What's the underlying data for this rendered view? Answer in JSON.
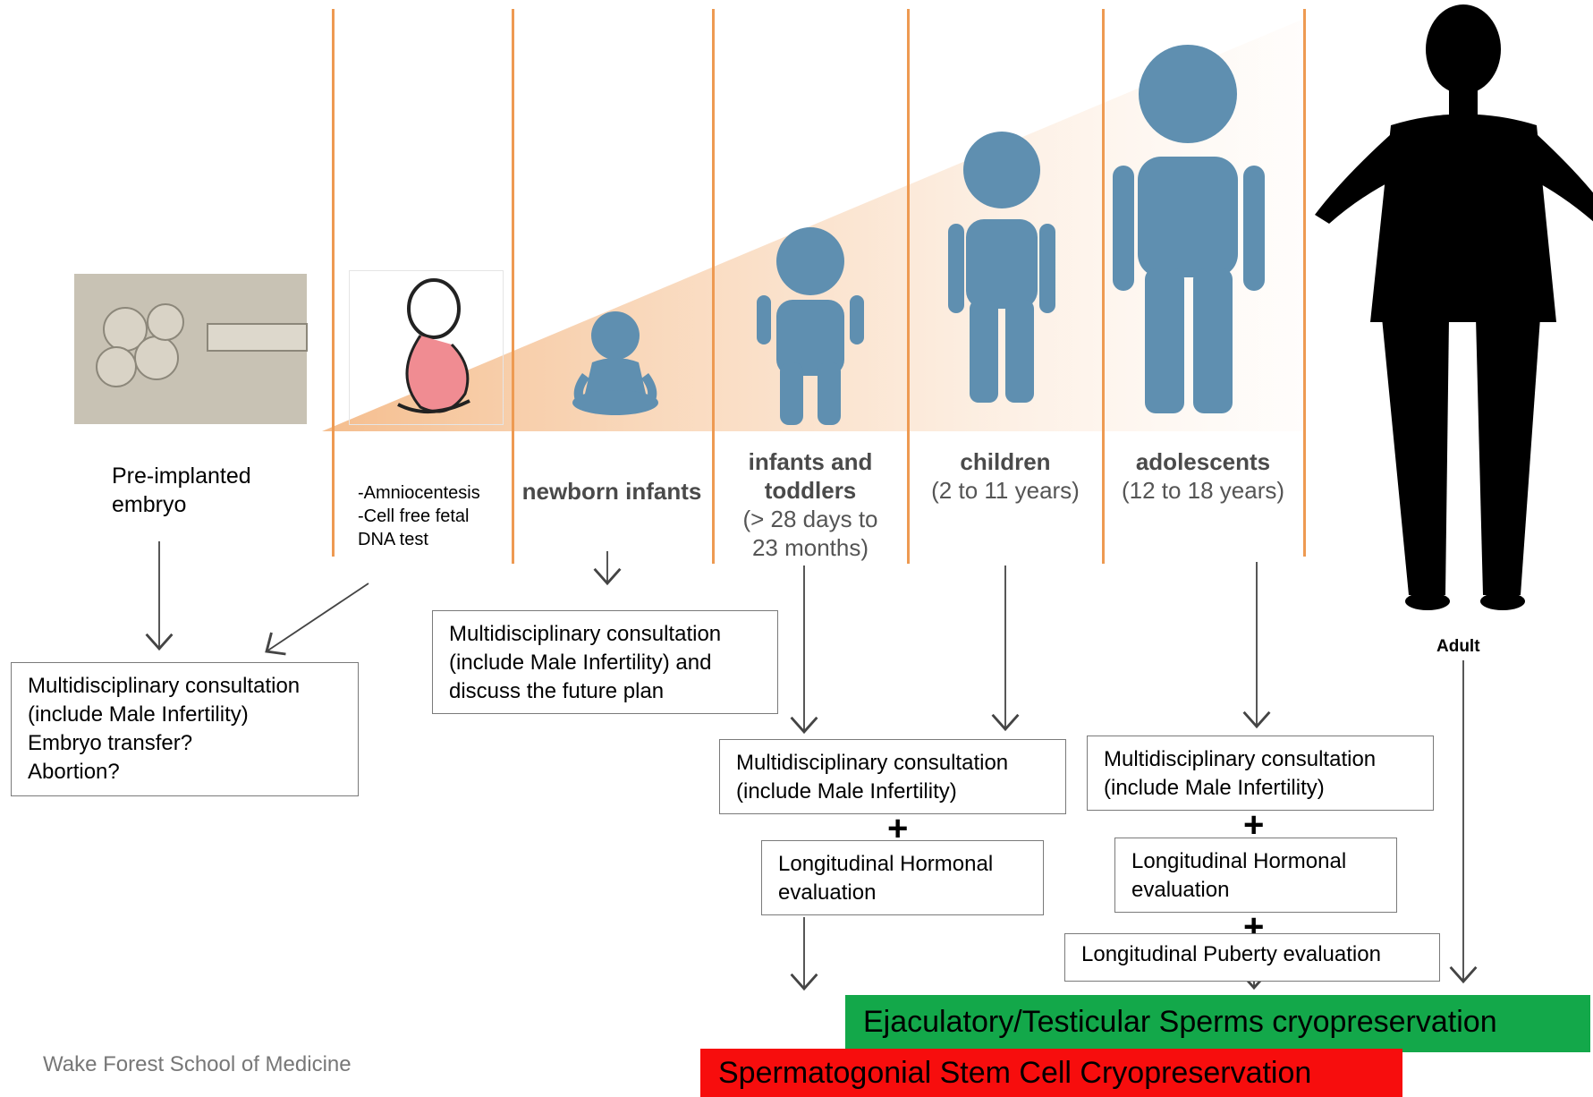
{
  "stages": {
    "embryo": "Pre-implanted\nembryo",
    "prenatal_tests": "-Amniocentesis\n-Cell free fetal\nDNA  test",
    "newborn": "newborn infants",
    "infants_title": "infants and\ntoddlers",
    "infants_range": "(> 28 days to\n23 months)",
    "children_title": "children",
    "children_range": "(2 to 11 years)",
    "adolescents_title": "adolescents",
    "adolescents_range": "(12 to 18 years)",
    "adult": "Adult"
  },
  "boxes": {
    "embryo_consult": "Multidisciplinary consultation\n(include Male Infertility)\nEmbryo transfer?\nAbortion?",
    "newborn_consult": "Multidisciplinary consultation\n(include Male Infertility) and\ndiscuss the future plan",
    "child_consult": "Multidisciplinary consultation\n(include Male Infertility)",
    "child_hormonal": "Longitudinal Hormonal\nevaluation",
    "adol_consult": "Multidisciplinary consultation\n(include Male Infertility)",
    "adol_hormonal": "Longitudinal Hormonal\nevaluation",
    "adol_puberty": "Longitudinal  Puberty evaluation"
  },
  "plus_sign": "+",
  "bars": {
    "green": "Ejaculatory/Testicular Sperms cryopreservation",
    "red": "Spermatogonial Stem Cell Cryopreservation"
  },
  "footer": "Wake Forest School of Medicine",
  "colors": {
    "divider": "#ee9a52",
    "figure_blue": "#5f8fb0",
    "green_bar": "#13a84a",
    "red_bar": "#f70d0d",
    "wedge": "#f6c9a0"
  }
}
